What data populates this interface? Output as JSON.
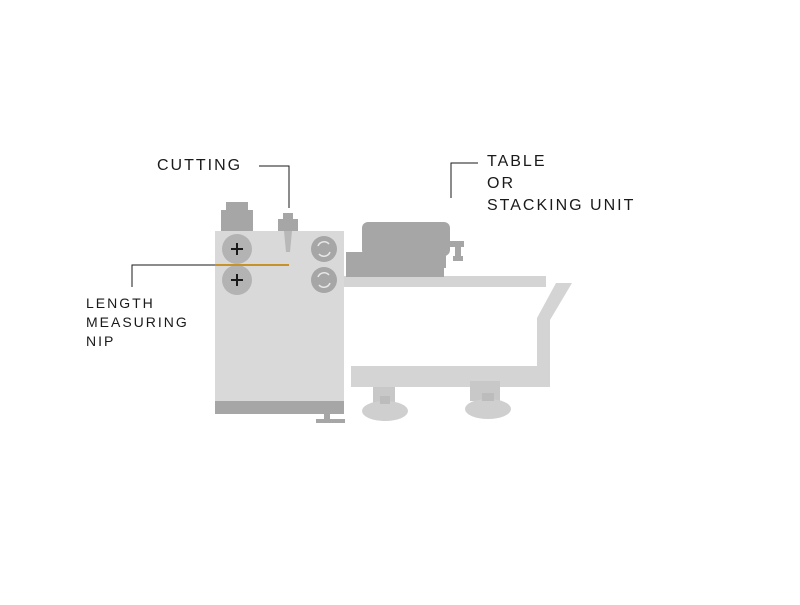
{
  "labels": {
    "cutting": "CUTTING",
    "table_lines": [
      "TABLE",
      "OR",
      "STACKING UNIT"
    ],
    "length_lines": [
      "LENGTH",
      "MEASURING",
      "NIP"
    ]
  },
  "colors": {
    "machine_body": "#d9d9d9",
    "dark_parts": "#a6a6a6",
    "mid_parts": "#b3b3b3",
    "light_frame": "#d4d4d4",
    "roller_light": "#9e9e9e",
    "material_strip": "#c8922a",
    "leader_line": "#1a1a1a",
    "text": "#1a1a1a"
  }
}
